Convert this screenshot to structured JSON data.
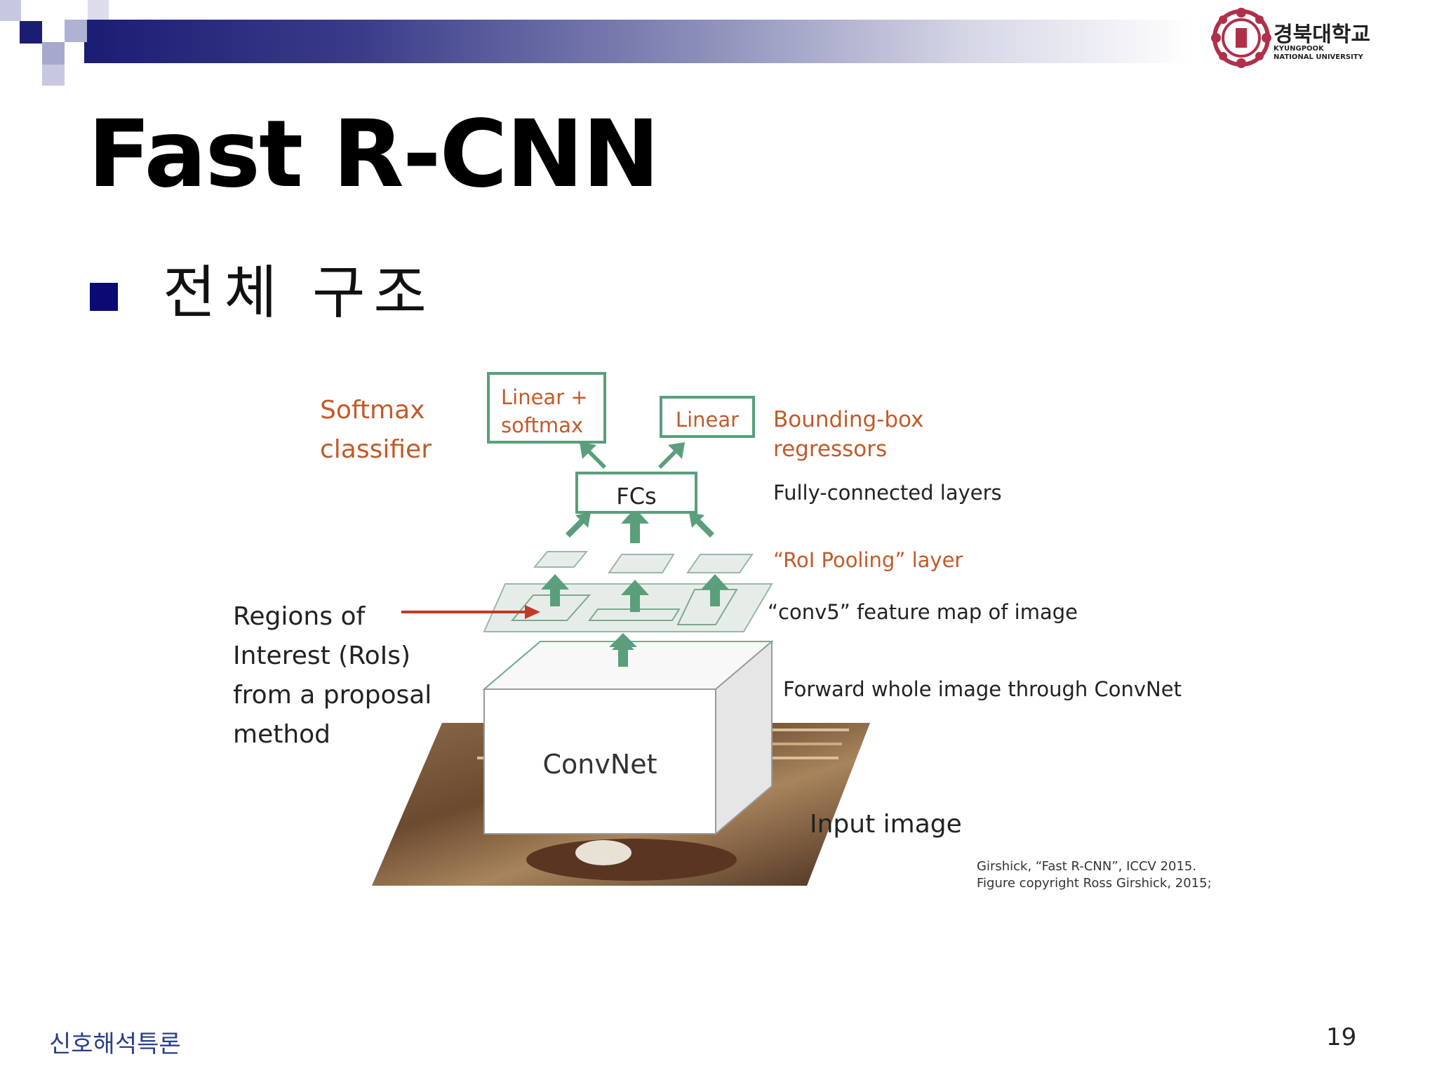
{
  "header": {
    "logo": {
      "name_ko": "경북대학교",
      "name_en_line1": "KYUNGPOOK",
      "name_en_line2": "NATIONAL UNIVERSITY"
    }
  },
  "slide": {
    "title": "Fast R-CNN",
    "bullet": "전체 구조"
  },
  "diagram": {
    "box_linear_softmax_line1": "Linear +",
    "box_linear_softmax_line2": "softmax",
    "box_linear": "Linear",
    "box_fcs": "FCs",
    "box_convnet": "ConvNet",
    "label_softmax_line1": "Softmax",
    "label_softmax_line2": "classifier",
    "label_bbox_line1": "Bounding-box",
    "label_bbox_line2": "regressors",
    "label_fc": "Fully-connected layers",
    "label_roi_pooling": "“RoI Pooling” layer",
    "label_conv5": "“conv5” feature map of image",
    "label_forward": "Forward whole image through ConvNet",
    "label_input": "Input image",
    "label_rois_line1": "Regions of",
    "label_rois_line2": "Interest (RoIs)",
    "label_rois_line3": "from a proposal",
    "label_rois_line4": "method",
    "citation_line1": "Girshick, “Fast R-CNN”, ICCV 2015.",
    "citation_line2": "Figure copyright Ross Girshick, 2015;"
  },
  "colors": {
    "header_navy": "#1b1d73",
    "bullet_navy": "#0a0a72",
    "diagram_green": "#5a9e7c",
    "label_orange": "#c25a2a",
    "arrow_red": "#c0392b",
    "footer_blue": "#2b3c8c",
    "logo_red": "#b0304a"
  },
  "footer": {
    "course": "신호해석특론",
    "page": "19"
  }
}
